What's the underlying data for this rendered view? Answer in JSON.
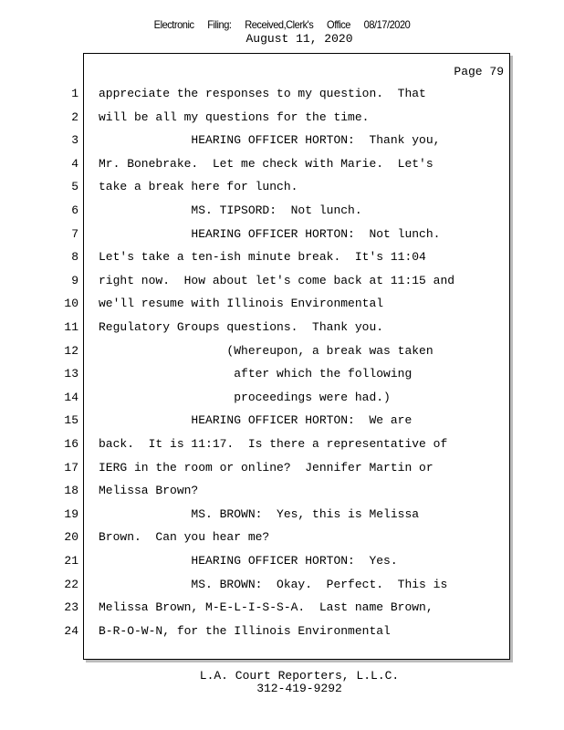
{
  "header": {
    "filing": [
      "Electronic",
      "Filing:",
      "Received,Clerk's",
      "Office",
      "08/17/2020"
    ],
    "date": "August 11, 2020"
  },
  "page_label": "Page 79",
  "lines": [
    {
      "n": "1",
      "t": "appreciate the responses to my question.  That"
    },
    {
      "n": "2",
      "t": "will be all my questions for the time."
    },
    {
      "n": "3",
      "t": "             HEARING OFFICER HORTON:  Thank you,"
    },
    {
      "n": "4",
      "t": "Mr. Bonebrake.  Let me check with Marie.  Let's"
    },
    {
      "n": "5",
      "t": "take a break here for lunch."
    },
    {
      "n": "6",
      "t": "             MS. TIPSORD:  Not lunch."
    },
    {
      "n": "7",
      "t": "             HEARING OFFICER HORTON:  Not lunch."
    },
    {
      "n": "8",
      "t": "Let's take a ten-ish minute break.  It's 11:04"
    },
    {
      "n": "9",
      "t": "right now.  How about let's come back at 11:15 and"
    },
    {
      "n": "10",
      "t": "we'll resume with Illinois Environmental"
    },
    {
      "n": "11",
      "t": "Regulatory Groups questions.  Thank you."
    },
    {
      "n": "12",
      "t": "                  (Whereupon, a break was taken"
    },
    {
      "n": "13",
      "t": "                   after which the following"
    },
    {
      "n": "14",
      "t": "                   proceedings were had.)"
    },
    {
      "n": "15",
      "t": "             HEARING OFFICER HORTON:  We are"
    },
    {
      "n": "16",
      "t": "back.  It is 11:17.  Is there a representative of"
    },
    {
      "n": "17",
      "t": "IERG in the room or online?  Jennifer Martin or"
    },
    {
      "n": "18",
      "t": "Melissa Brown?"
    },
    {
      "n": "19",
      "t": "             MS. BROWN:  Yes, this is Melissa"
    },
    {
      "n": "20",
      "t": "Brown.  Can you hear me?"
    },
    {
      "n": "21",
      "t": "             HEARING OFFICER HORTON:  Yes."
    },
    {
      "n": "22",
      "t": "             MS. BROWN:  Okay.  Perfect.  This is"
    },
    {
      "n": "23",
      "t": "Melissa Brown, M-E-L-I-S-S-A.  Last name Brown,"
    },
    {
      "n": "24",
      "t": "B-R-O-W-N, for the Illinois Environmental"
    }
  ],
  "footer": {
    "company": "L.A. Court Reporters, L.L.C.",
    "phone": "312-419-9292"
  }
}
